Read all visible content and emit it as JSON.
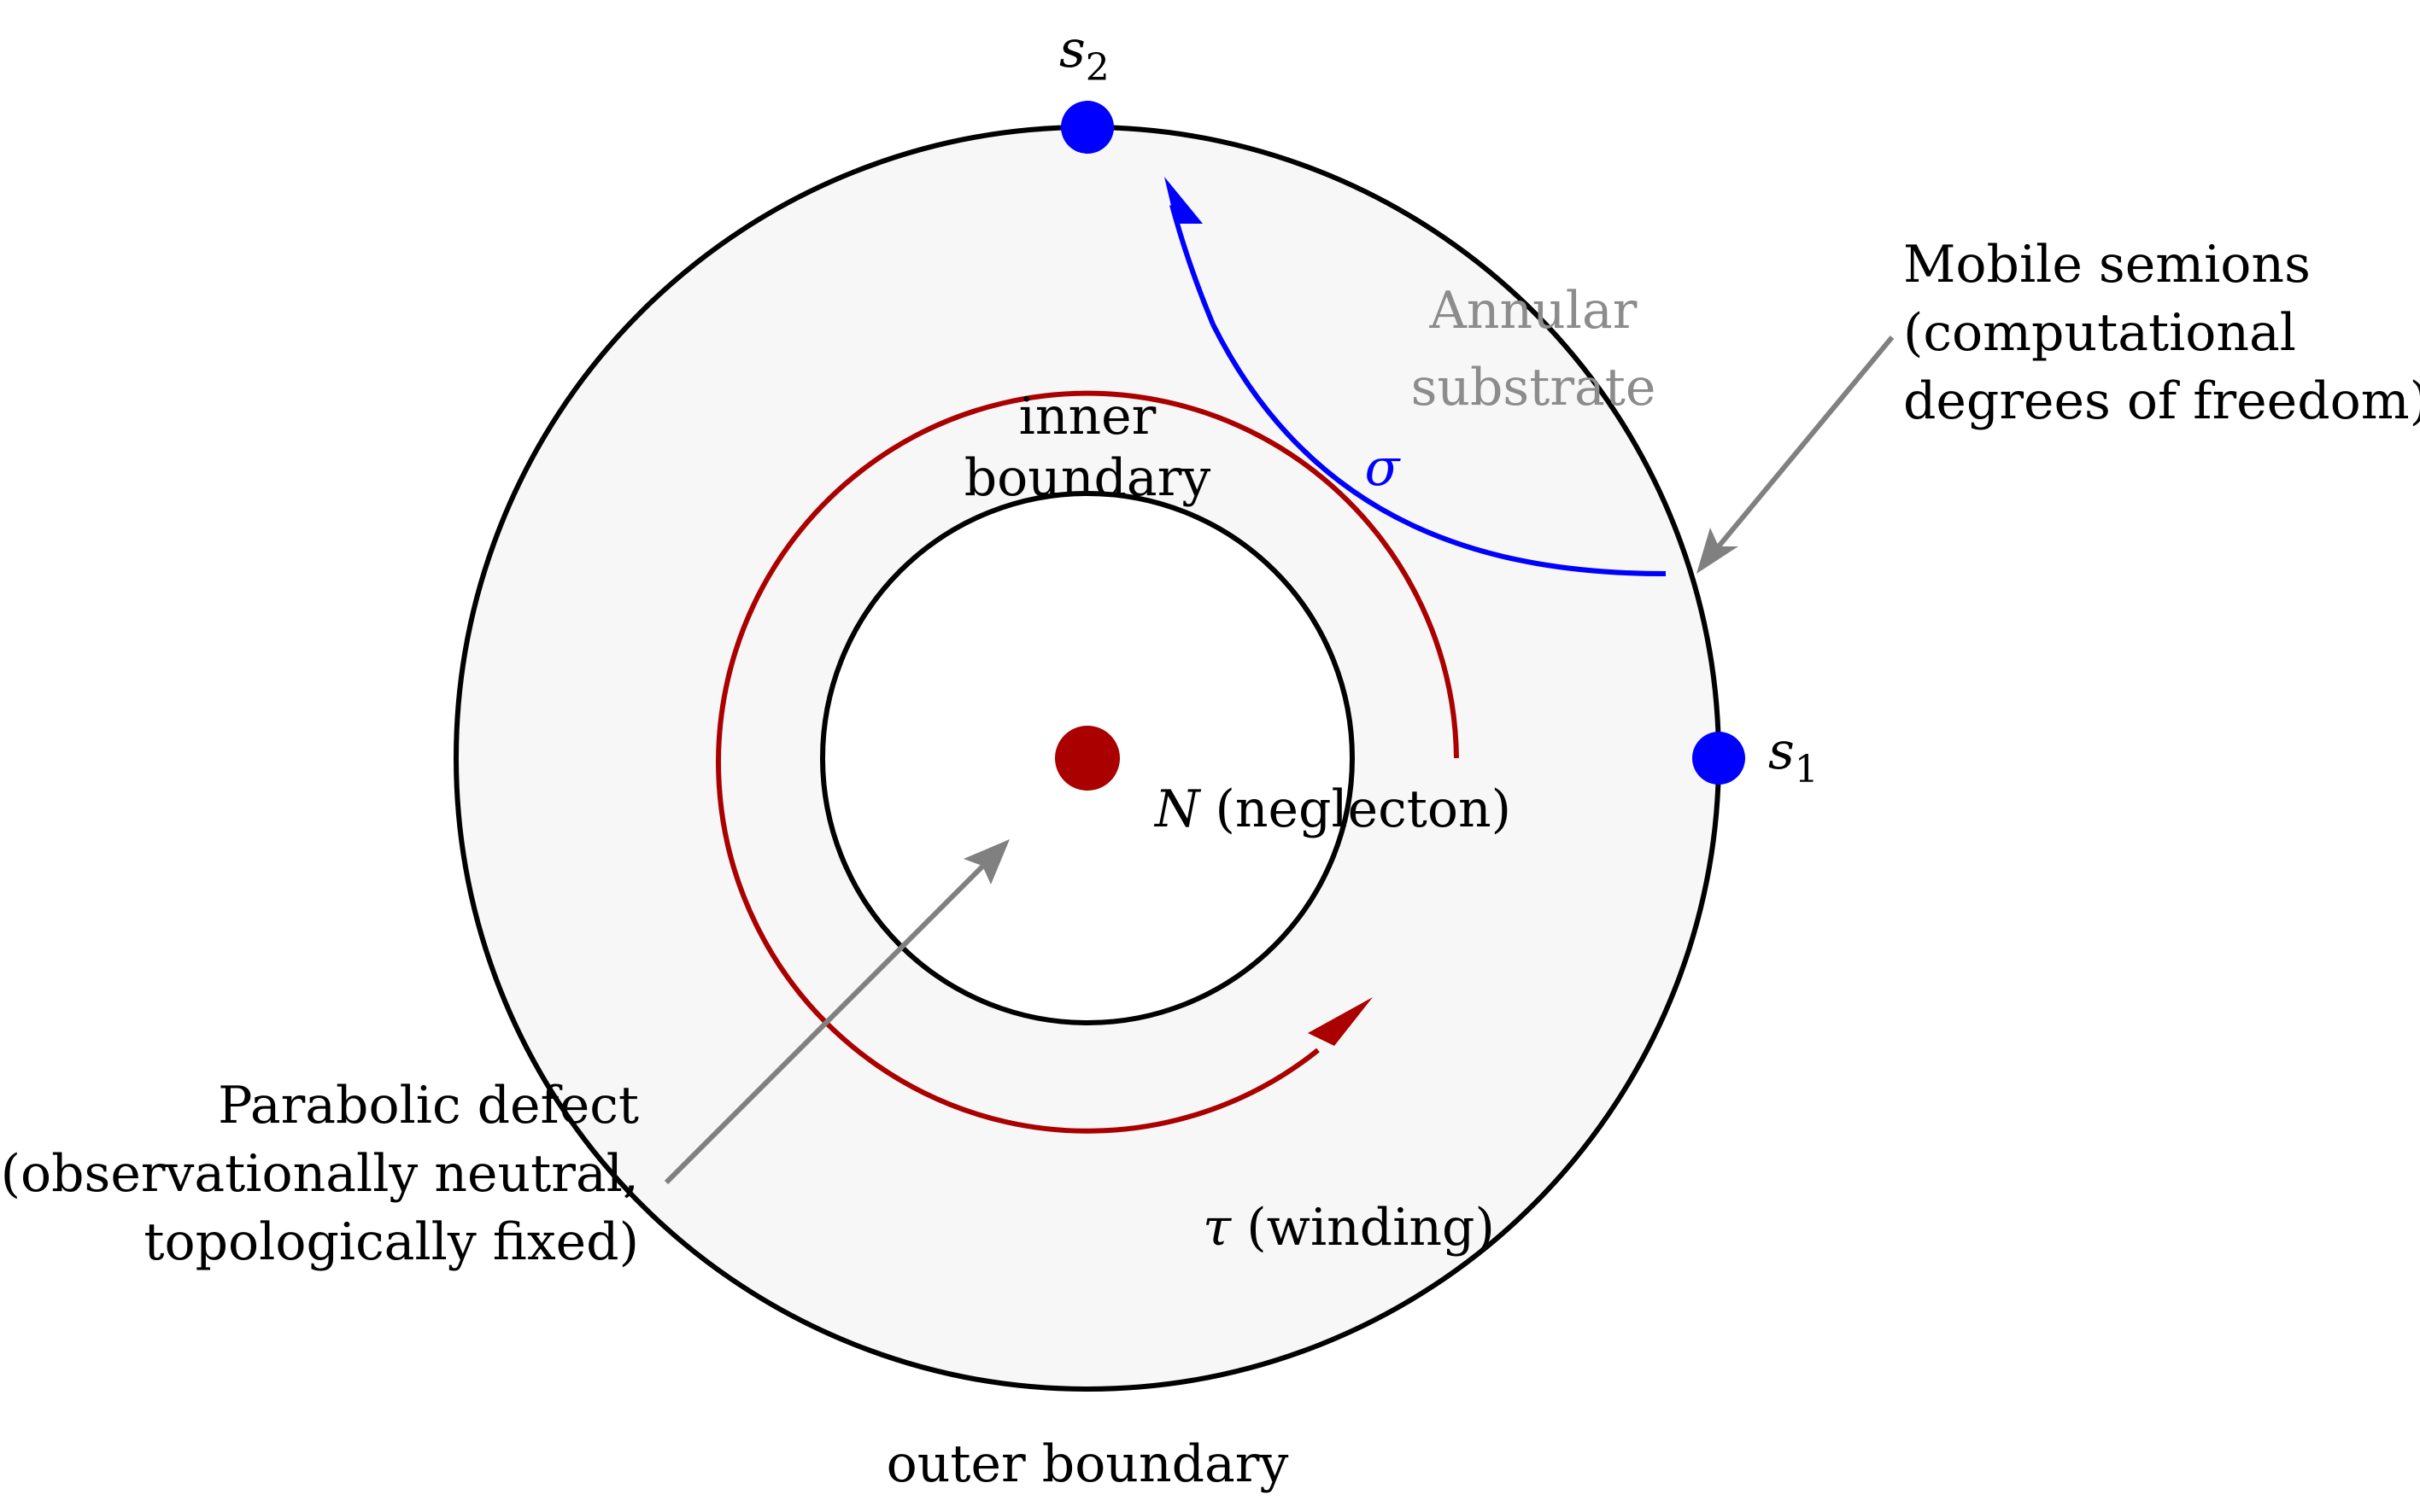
{
  "labels": {
    "s2": "s",
    "s2_sub": "2",
    "s1": "s",
    "s1_sub": "1",
    "annular_line1": "Annular",
    "annular_line2": "substrate",
    "sigma": "σ",
    "inner_line1": "inner",
    "inner_line2": "boundary",
    "neglecton_symbol": "N",
    "neglecton_text": "(neglecton)",
    "tau_symbol": "τ",
    "tau_text": "(winding)",
    "outer": "outer boundary",
    "mobile_line1": "Mobile semions",
    "mobile_line2": "(computational",
    "mobile_line3": "degrees of freedom)",
    "parabolic_line1": "Parabolic defect",
    "parabolic_line2": "(observationally neutral,",
    "parabolic_line3": "topologically fixed)"
  },
  "colors": {
    "boundary": "#000000",
    "substrate_fill": "#f7f7f7",
    "semion": "#0000ff",
    "neglecton": "#aa0000",
    "pointer": "#808080",
    "annular_text": "#8c8c8c"
  }
}
